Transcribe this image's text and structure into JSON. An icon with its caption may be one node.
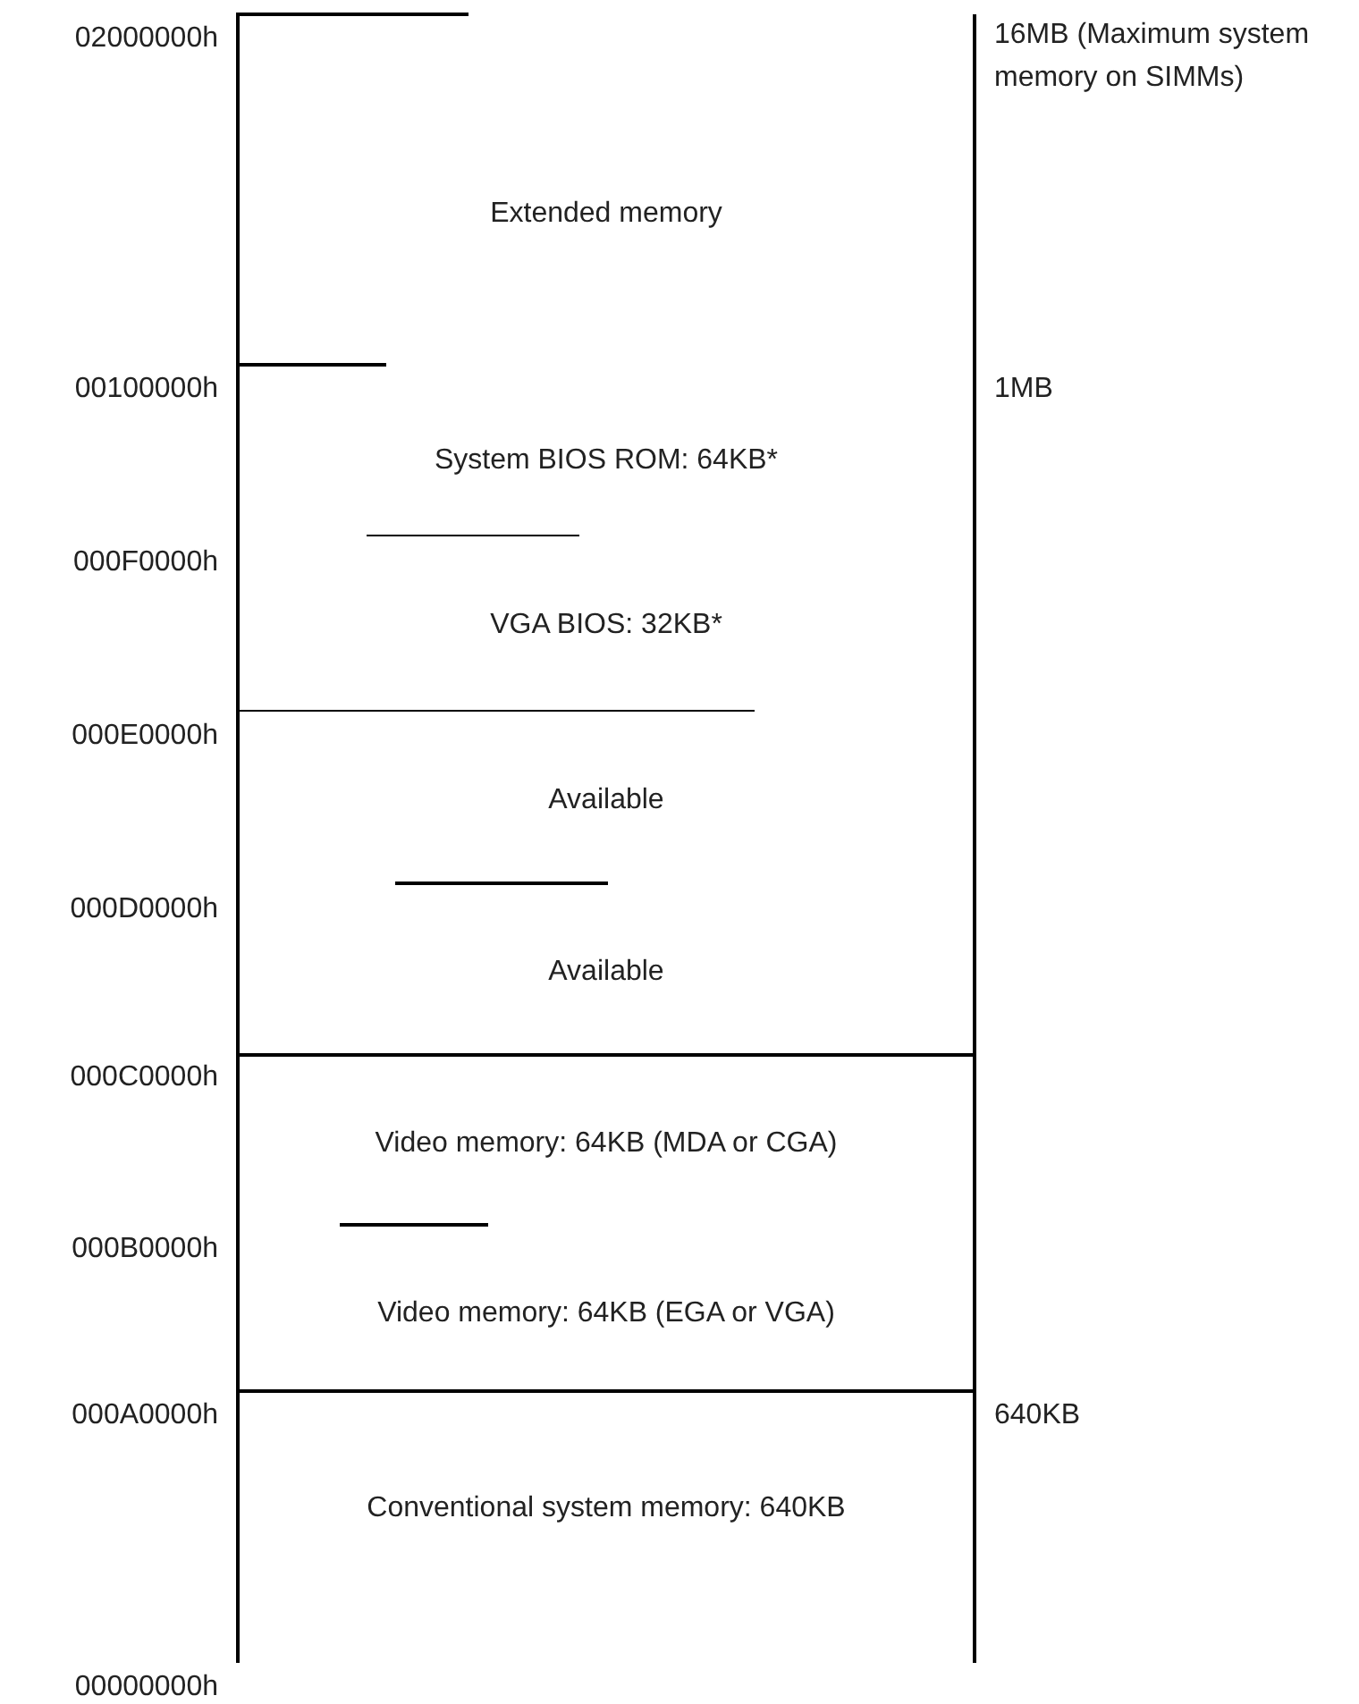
{
  "diagram": {
    "nodes": [
      {
        "text": [
          "Extended memory"
        ]
      },
      {
        "text": [
          "System BIOS ROM: 64KB*"
        ]
      },
      {
        "text": [
          "VGA BIOS: 32KB*"
        ]
      },
      {
        "text": [
          "Available"
        ]
      },
      {
        "text": [
          "Available"
        ]
      },
      {
        "text": [
          "Video memory: 64KB (MDA or CGA)"
        ]
      },
      {
        "text": [
          "Video memory: 64KB (EGA or VGA)"
        ]
      },
      {
        "text": [
          "Conventional system memory: 640KB"
        ]
      }
    ],
    "labels": [
      "02000000h",
      "16MB (Maximum system memory on SIMMs)",
      "00100000h",
      "1MB",
      "000F0000h",
      "000E0000h",
      "000D0000h",
      "000C0000h",
      "000B0000h",
      "000A0000h",
      "640KB",
      "00000000h"
    ]
  }
}
